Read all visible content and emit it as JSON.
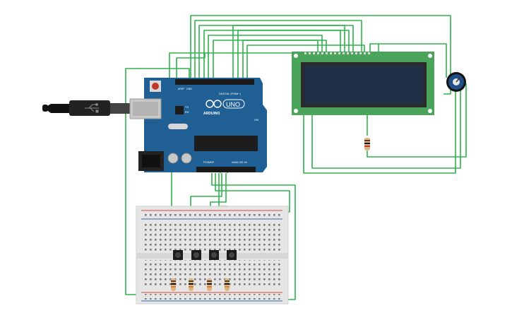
{
  "canvas": {
    "background": "#ffffff",
    "wire_color": "#2fb24a"
  },
  "arduino": {
    "board_color": "#1f5f93",
    "brand_label": "ARDUINO",
    "model_label": "UNO",
    "digital_header_label": "DIGITAL (PWM~)",
    "power_header_label": "POWER",
    "analog_header_label": "ANALOG IN",
    "tx_label": "TX",
    "rx_label": "RX",
    "on_label": "ON",
    "aref_label": "AREF",
    "gnd_label": "GND"
  },
  "usb_cable": {
    "icon": "usb-icon",
    "color": "#222222"
  },
  "lcd": {
    "board_color": "#4aa55a",
    "screen_color": "#1e3147",
    "pin_count": 16
  },
  "potentiometer": {
    "body_color": "#1f4f86",
    "knob_icon": "potentiometer-icon"
  },
  "breadboard": {
    "body_color": "#e6e6e6",
    "rail_red": "#d9453c",
    "rail_blue": "#3464b4"
  },
  "pushbuttons": [
    {
      "name": "button-1"
    },
    {
      "name": "button-2"
    },
    {
      "name": "button-3"
    },
    {
      "name": "button-4"
    }
  ],
  "resistors": [
    {
      "name": "resistor-1"
    },
    {
      "name": "resistor-2"
    },
    {
      "name": "resistor-3"
    },
    {
      "name": "resistor-4"
    },
    {
      "name": "resistor-lcd"
    }
  ]
}
